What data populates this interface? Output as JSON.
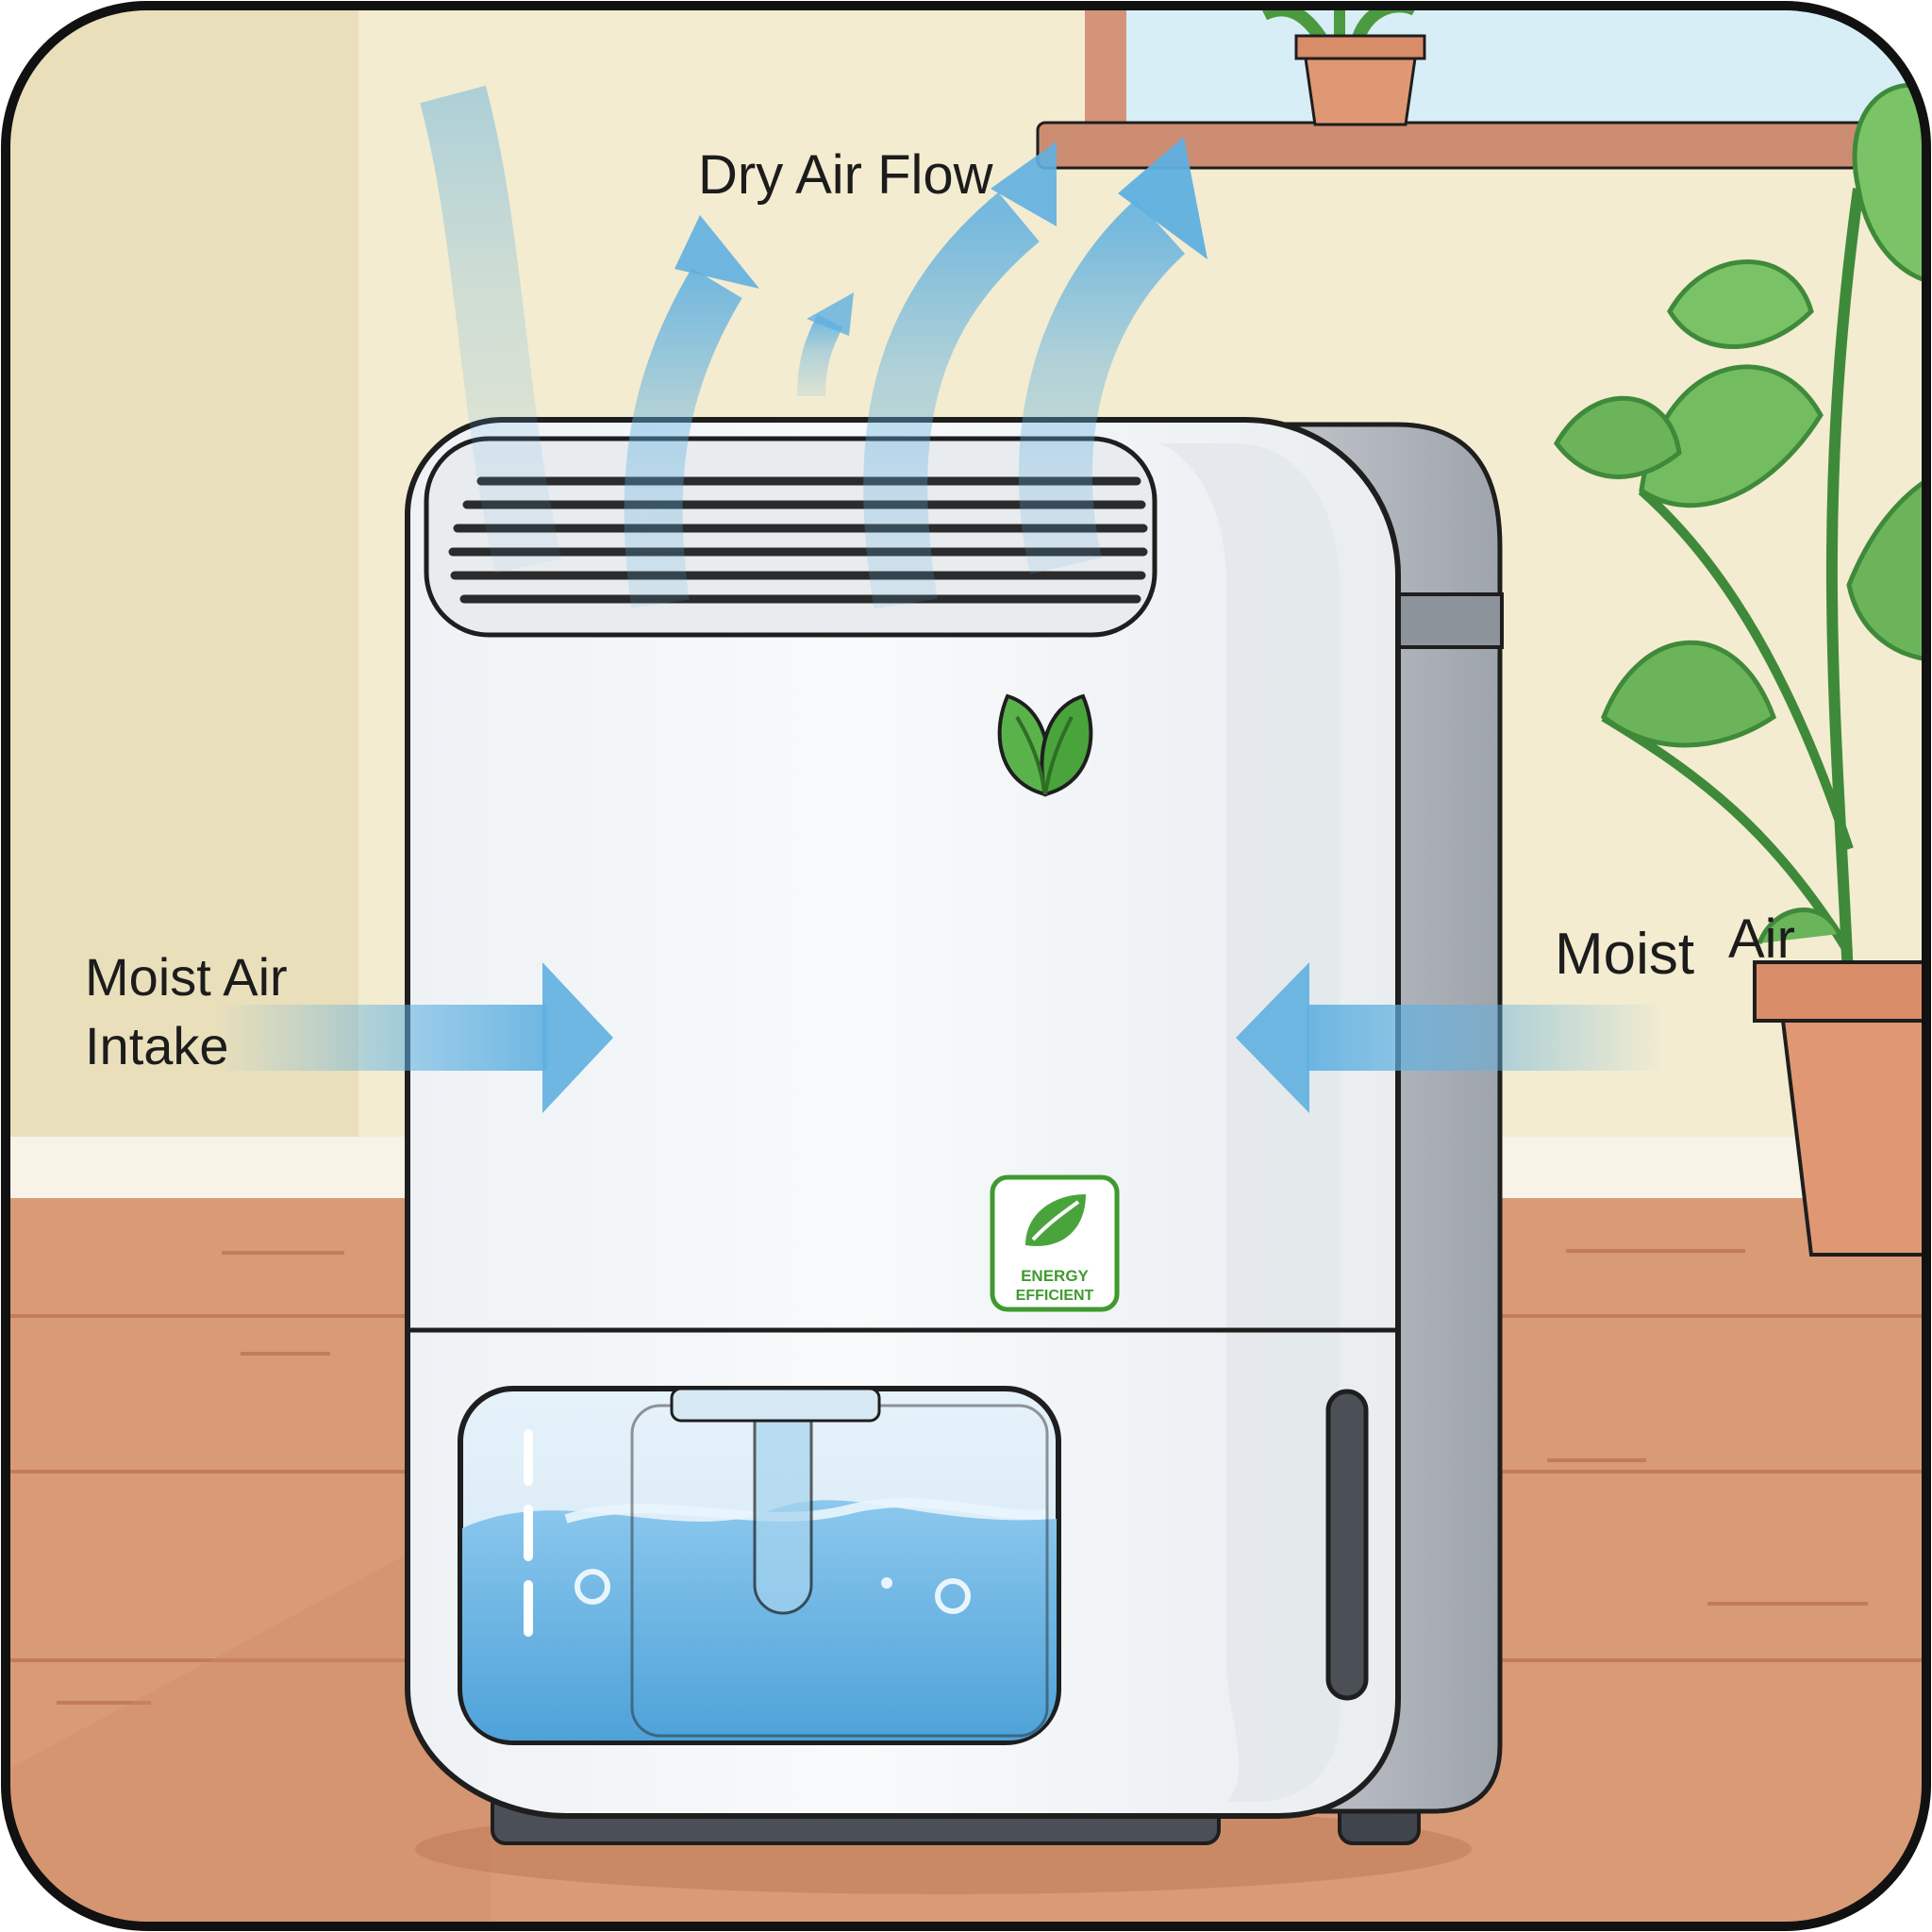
{
  "labels": {
    "dry_air_flow": "Dry Air Flow",
    "moist_air_intake_line1": "Moist Air",
    "moist_air_intake_line2": "Intake",
    "moist_air_right_part1": "Moist",
    "moist_air_right_part2": "Air"
  },
  "badge": {
    "line1": "ENERGY",
    "line2": "EFFICIENT"
  },
  "icons": {
    "leaf_logo": "leaf-icon",
    "energy_badge_leaf": "leaf-icon"
  },
  "colors": {
    "wall": "#f3ecd0",
    "wall_shadow": "#e6dbb6",
    "floor": "#d99a76",
    "floor_line": "#c37c5a",
    "window_sky": "#d8eef6",
    "window_frame": "#d4947a",
    "shelf": "#cc8c72",
    "body_white": "#f5f7f9",
    "body_shade": "#dfe3e7",
    "side_panel": "#b9bec4",
    "outline": "#1e1e1e",
    "air_arrow": "#5fb0e0",
    "water": "#67b6e6",
    "plant_green": "#6bb45a",
    "plant_dark": "#3f8a3a",
    "pot": "#df9873",
    "leaf_green": "#4aa43c"
  }
}
